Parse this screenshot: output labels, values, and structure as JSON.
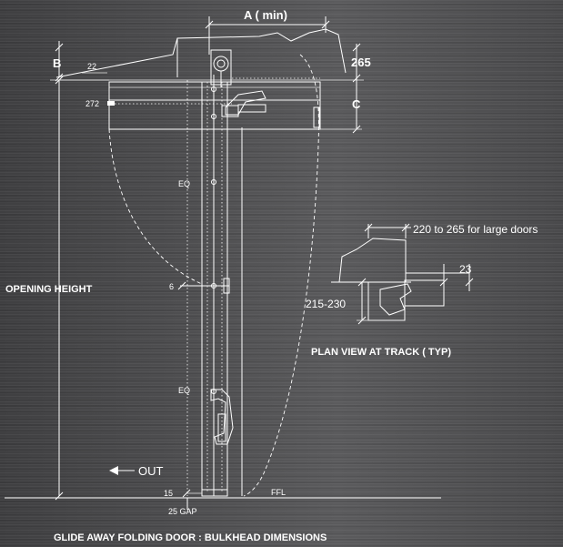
{
  "labels": {
    "a_min": "A ( min)",
    "b": "B",
    "dim_22": "22",
    "dim_265": "265",
    "dim_272": "272",
    "c": "C",
    "eq_top": "EQ",
    "eq_bottom": "EQ",
    "dim_6": "6",
    "opening_height": "OPENING HEIGHT",
    "large_doors_note": "220 to 265 for large doors",
    "dim_23": "23",
    "dim_215_230": "215-230",
    "plan_view": "PLAN VIEW AT TRACK ( TYP)",
    "out": "OUT",
    "dim_15": "15",
    "ffl": "FFL",
    "gap_25": "25 GAP",
    "title": "GLIDE AWAY FOLDING DOOR  : BULKHEAD DIMENSIONS"
  },
  "icons": {
    "out_arrow": "arrow-left-icon"
  }
}
